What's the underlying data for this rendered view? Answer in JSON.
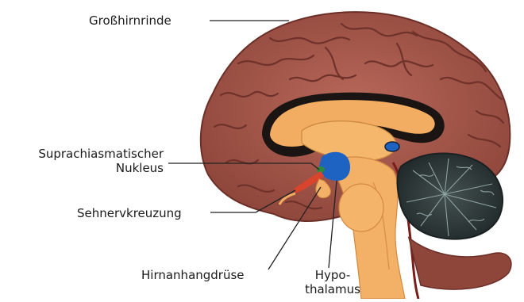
{
  "labels": {
    "cortex": "Großhirnrinde",
    "scn_line1": "Suprachiasmatischer",
    "scn_line2": "Nukleus",
    "chiasm": "Sehnervkreuzung",
    "pituitary": "Hirnanhangdrüse",
    "hypo_line1": "Hypo-",
    "hypo_line2": "thalamus"
  },
  "colors": {
    "cortex": "#a8584c",
    "cortex_dark": "#7a3a32",
    "white_matter": "#f4b56a",
    "corpus_callosum": "#f0a85a",
    "brainstem": "#f3b167",
    "cerebellum": "#2f3a3c",
    "cerebellum_line": "#8fa0a2",
    "scn": "#2f8a3a",
    "hypothalamus": "#1f63c2",
    "optic": "#d8452c"
  }
}
